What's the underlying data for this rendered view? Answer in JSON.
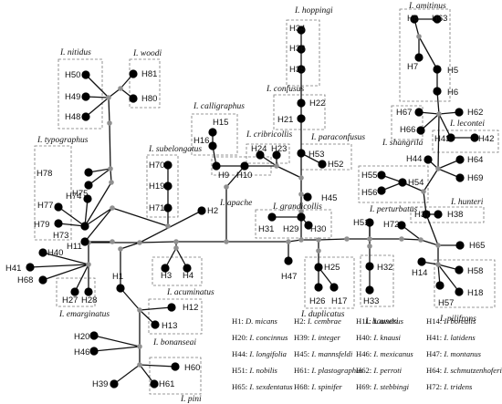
{
  "haplotypes": [
    {
      "id": "H50",
      "lbl": "H50"
    },
    {
      "id": "H49",
      "lbl": "H49"
    },
    {
      "id": "H48",
      "lbl": "H48"
    },
    {
      "id": "H81",
      "lbl": "H81"
    },
    {
      "id": "H80",
      "lbl": "H80"
    },
    {
      "id": "H78",
      "lbl": "H78"
    },
    {
      "id": "H75",
      "lbl": "H75"
    },
    {
      "id": "H74",
      "lbl": "H74"
    },
    {
      "id": "H77",
      "lbl": "H77"
    },
    {
      "id": "H79",
      "lbl": "H79"
    },
    {
      "id": "H73",
      "lbl": "H73"
    },
    {
      "id": "H70",
      "lbl": "H70"
    },
    {
      "id": "H19",
      "lbl": "H19"
    },
    {
      "id": "H71",
      "lbl": "H71"
    },
    {
      "id": "H2",
      "lbl": "H2"
    },
    {
      "id": "H15",
      "lbl": "H15"
    },
    {
      "id": "H16",
      "lbl": "H16"
    },
    {
      "id": "H9",
      "lbl": "H9"
    },
    {
      "id": "H10",
      "lbl": "H10"
    },
    {
      "id": "H24",
      "lbl": "H24"
    },
    {
      "id": "H23",
      "lbl": "H23"
    },
    {
      "id": "H34",
      "lbl": "H34"
    },
    {
      "id": "H36",
      "lbl": "H36"
    },
    {
      "id": "H35",
      "lbl": "H35"
    },
    {
      "id": "H22",
      "lbl": "H22"
    },
    {
      "id": "H21",
      "lbl": "H21"
    },
    {
      "id": "H53",
      "lbl": "H53"
    },
    {
      "id": "H52",
      "lbl": "H52"
    },
    {
      "id": "H45",
      "lbl": "H45"
    },
    {
      "id": "H31",
      "lbl": "H31"
    },
    {
      "id": "H29",
      "lbl": "H29"
    },
    {
      "id": "H30",
      "lbl": "H30"
    },
    {
      "id": "H47",
      "lbl": "H47"
    },
    {
      "id": "H11",
      "lbl": "H11"
    },
    {
      "id": "H40",
      "lbl": "H40"
    },
    {
      "id": "H41",
      "lbl": "H41"
    },
    {
      "id": "H68",
      "lbl": "H68"
    },
    {
      "id": "H27",
      "lbl": "H27"
    },
    {
      "id": "H28",
      "lbl": "H28"
    },
    {
      "id": "H3",
      "lbl": "H3"
    },
    {
      "id": "H4",
      "lbl": "H4"
    },
    {
      "id": "H1",
      "lbl": "H1"
    },
    {
      "id": "H12",
      "lbl": "H12"
    },
    {
      "id": "H13",
      "lbl": "H13"
    },
    {
      "id": "H20",
      "lbl": "H20"
    },
    {
      "id": "H46",
      "lbl": "H46"
    },
    {
      "id": "H60",
      "lbl": "H60"
    },
    {
      "id": "H61",
      "lbl": "H61"
    },
    {
      "id": "H39",
      "lbl": "H39"
    },
    {
      "id": "H25",
      "lbl": "H25"
    },
    {
      "id": "H26",
      "lbl": "H26"
    },
    {
      "id": "H17",
      "lbl": "H17"
    },
    {
      "id": "H32",
      "lbl": "H32"
    },
    {
      "id": "H33",
      "lbl": "H33"
    },
    {
      "id": "H51",
      "lbl": "H51"
    },
    {
      "id": "H8",
      "lbl": "H8"
    },
    {
      "id": "H63",
      "lbl": "H63"
    },
    {
      "id": "H7",
      "lbl": "H7"
    },
    {
      "id": "H5",
      "lbl": "H5"
    },
    {
      "id": "H6",
      "lbl": "H6"
    },
    {
      "id": "H67",
      "lbl": "H67"
    },
    {
      "id": "H62",
      "lbl": "H62"
    },
    {
      "id": "H66",
      "lbl": "H66"
    },
    {
      "id": "H43",
      "lbl": "H43"
    },
    {
      "id": "H42",
      "lbl": "H42"
    },
    {
      "id": "H44",
      "lbl": "H44"
    },
    {
      "id": "H64",
      "lbl": "H64"
    },
    {
      "id": "H69",
      "lbl": "H69"
    },
    {
      "id": "H55",
      "lbl": "H55"
    },
    {
      "id": "H54",
      "lbl": "H54"
    },
    {
      "id": "H56",
      "lbl": "H56"
    },
    {
      "id": "H37",
      "lbl": "H37"
    },
    {
      "id": "H38",
      "lbl": "H38"
    },
    {
      "id": "H72",
      "lbl": "H72"
    },
    {
      "id": "H65",
      "lbl": "H65"
    },
    {
      "id": "H14",
      "lbl": "H14"
    },
    {
      "id": "H58",
      "lbl": "H58"
    },
    {
      "id": "H57",
      "lbl": "H57"
    },
    {
      "id": "H18",
      "lbl": "H18"
    }
  ],
  "edges": [
    [
      "mv_c1",
      "mv_c2"
    ],
    [
      "mv_c2",
      "mv_c3"
    ],
    [
      "mv_c3",
      "mv_c4"
    ],
    [
      "mv_c4",
      "mv_c5"
    ],
    [
      "mv_c5",
      "mv_c6"
    ],
    [
      "mv_c6",
      "mv_c7"
    ],
    [
      "mv_c7",
      "mv_c8"
    ],
    [
      "mv_c8",
      "mv_c9"
    ],
    [
      "mv_c9",
      "mv_c10"
    ],
    [
      "mv_c10",
      "mv_c11"
    ],
    [
      "mv_c11",
      "mv_c12"
    ],
    [
      "mv_c12",
      "mv_c13"
    ],
    [
      "mv_c13",
      "H65"
    ],
    [
      "mv_c1",
      "H11"
    ],
    [
      "H11",
      "mv_l1"
    ],
    [
      "mv_l1",
      "H73"
    ],
    [
      "H73",
      "H74"
    ],
    [
      "H73",
      "H77"
    ],
    [
      "H73",
      "H79"
    ],
    [
      "H73",
      "mv_l2"
    ],
    [
      "mv_l2",
      "mv_l3"
    ],
    [
      "mv_l3",
      "H75"
    ],
    [
      "mv_l3",
      "H78"
    ],
    [
      "mv_l3",
      "mv_l4"
    ],
    [
      "mv_l4",
      "mv_l5"
    ],
    [
      "mv_l5",
      "H50"
    ],
    [
      "mv_l5",
      "H49"
    ],
    [
      "mv_l5",
      "H48"
    ],
    [
      "mv_l5",
      "mv_l6"
    ],
    [
      "mv_l6",
      "H81"
    ],
    [
      "mv_l6",
      "H80"
    ],
    [
      "mv_l1",
      "mv_s1"
    ],
    [
      "mv_s1",
      "H71"
    ],
    [
      "H71",
      "H19"
    ],
    [
      "H19",
      "H70"
    ],
    [
      "mv_c3",
      "H2"
    ],
    [
      "mv_c5",
      "mv_m1"
    ],
    [
      "mv_m1",
      "H10"
    ],
    [
      "H10",
      "H9"
    ],
    [
      "H9",
      "H16"
    ],
    [
      "H16",
      "H15"
    ],
    [
      "H10",
      "mv_m2"
    ],
    [
      "mv_m2",
      "H24"
    ],
    [
      "mv_m2",
      "H23"
    ],
    [
      "mv_m2",
      "mv_m3"
    ],
    [
      "mv_m3",
      "H53"
    ],
    [
      "H53",
      "H52"
    ],
    [
      "H53",
      "H21"
    ],
    [
      "H21",
      "H22"
    ],
    [
      "H22",
      "H35"
    ],
    [
      "H35",
      "H36"
    ],
    [
      "H36",
      "H34"
    ],
    [
      "mv_m3",
      "mv_m4"
    ],
    [
      "mv_m4",
      "H45"
    ],
    [
      "mv_m4",
      "mv_m5"
    ],
    [
      "mv_m5",
      "H29"
    ],
    [
      "H29",
      "H31"
    ],
    [
      "H29",
      "H30"
    ],
    [
      "mv_m5",
      "mv_c7"
    ],
    [
      "mv_c6",
      "H47"
    ],
    [
      "mv_c2",
      "mv_e1"
    ],
    [
      "mv_e1",
      "H40"
    ],
    [
      "mv_e1",
      "H41"
    ],
    [
      "mv_e1",
      "H68"
    ],
    [
      "mv_e1",
      "H27"
    ],
    [
      "mv_e1",
      "H28"
    ],
    [
      "mv_c4",
      "mv_a1"
    ],
    [
      "mv_a1",
      "H3"
    ],
    [
      "mv_a1",
      "H4"
    ],
    [
      "mv_c3",
      "mv_b1"
    ],
    [
      "mv_b1",
      "H1"
    ],
    [
      "H1",
      "mv_b2"
    ],
    [
      "mv_b2",
      "H12"
    ],
    [
      "mv_b2",
      "H13"
    ],
    [
      "mv_b2",
      "mv_b3"
    ],
    [
      "mv_b3",
      "H20"
    ],
    [
      "mv_b3",
      "H46"
    ],
    [
      "mv_b3",
      "mv_b4"
    ],
    [
      "mv_b4",
      "H39"
    ],
    [
      "mv_b4",
      "H61"
    ],
    [
      "mv_b4",
      "H60"
    ],
    [
      "mv_c8",
      "mv_d1"
    ],
    [
      "mv_d1",
      "H25"
    ],
    [
      "H25",
      "H26"
    ],
    [
      "H25",
      "H17"
    ],
    [
      "mv_c10",
      "H51"
    ],
    [
      "H51",
      "mv_h1"
    ],
    [
      "mv_h1",
      "H32"
    ],
    [
      "H32",
      "H33"
    ],
    [
      "mv_c12",
      "H72"
    ],
    [
      "mv_c13",
      "mv_r1"
    ],
    [
      "mv_r1",
      "H14"
    ],
    [
      "mv_r1",
      "H58"
    ],
    [
      "mv_r1",
      "H57"
    ],
    [
      "mv_r1",
      "H18"
    ],
    [
      "mv_c13",
      "H37"
    ],
    [
      "H37",
      "H38"
    ],
    [
      "H37",
      "mv_r2"
    ],
    [
      "mv_r2",
      "H54"
    ],
    [
      "H54",
      "H55"
    ],
    [
      "H54",
      "H56"
    ],
    [
      "mv_r2",
      "mv_r3"
    ],
    [
      "mv_r3",
      "H69"
    ],
    [
      "mv_r3",
      "H44"
    ],
    [
      "mv_r3",
      "H64"
    ],
    [
      "mv_r3",
      "mv_r4"
    ],
    [
      "mv_r4",
      "H43"
    ],
    [
      "H43",
      "H42"
    ],
    [
      "mv_r4",
      "H67"
    ],
    [
      "mv_r4",
      "H66"
    ],
    [
      "mv_r4",
      "H62"
    ],
    [
      "mv_r4",
      "H6"
    ],
    [
      "H6",
      "H5"
    ],
    [
      "H5",
      "mv_r5"
    ],
    [
      "mv_r5",
      "H7"
    ],
    [
      "mv_r5",
      "H8"
    ],
    [
      "H8",
      "H63"
    ]
  ],
  "species_boxes": [
    {
      "id": "nitidus",
      "label": "I. nitidus"
    },
    {
      "id": "woodi",
      "label": "I. woodi"
    },
    {
      "id": "typographus",
      "label": "I. typographus"
    },
    {
      "id": "subelongatus",
      "label": "I. subelongatus"
    },
    {
      "id": "calligraphus",
      "label": "I. calligraphus"
    },
    {
      "id": "apache",
      "label": "I. apache"
    },
    {
      "id": "cribricollis",
      "label": "I. cribricollis"
    },
    {
      "id": "hoppingi",
      "label": "I. hoppingi"
    },
    {
      "id": "confusus",
      "label": "I. confusus"
    },
    {
      "id": "paraconfusus",
      "label": "I. paraconfusus"
    },
    {
      "id": "grandicollis",
      "label": "I. grandicollis"
    },
    {
      "id": "acuminatus",
      "label": "I. acuminatus"
    },
    {
      "id": "emarginatus",
      "label": "I. emarginatus"
    },
    {
      "id": "bonanseai",
      "label": "I. bonanseai"
    },
    {
      "id": "pini",
      "label": "I. pini"
    },
    {
      "id": "duplicatus",
      "label": "I. duplicatus"
    },
    {
      "id": "hauseri",
      "label": "I. hauseri"
    },
    {
      "id": "amitinus",
      "label": "I. amitinus"
    },
    {
      "id": "shangrila",
      "label": "I. shangrila"
    },
    {
      "id": "lecontei",
      "label": "I. lecontei"
    },
    {
      "id": "perturbatus",
      "label": "I. perturbatus"
    },
    {
      "id": "hunteri",
      "label": "I. hunteri"
    },
    {
      "id": "pilifrons",
      "label": "I. pilifrons"
    }
  ],
  "legend": [
    [
      "H1: ",
      "D. micans"
    ],
    [
      "H2: ",
      "I. cembrae"
    ],
    [
      "H11: ",
      "I. avulsus"
    ],
    [
      "H14: ",
      "I. borealis"
    ],
    [
      "H20: ",
      "I. concinnus"
    ],
    [
      "H39: ",
      "I. integer"
    ],
    [
      "H40: ",
      "I. knausi"
    ],
    [
      "H41: ",
      "I. latidens"
    ],
    [
      "H44: ",
      "I. longifolia"
    ],
    [
      "H45: ",
      "I. mannsfeldi"
    ],
    [
      "H46: ",
      "I. mexicanus"
    ],
    [
      "H47: ",
      "I. montanus"
    ],
    [
      "H51: ",
      "I. nobilis"
    ],
    [
      "H61: ",
      "I. plastographus"
    ],
    [
      "H62: ",
      "I. perroti"
    ],
    [
      "H64: ",
      "I. schmutzenhoferi"
    ],
    [
      "H65: ",
      "I. sexdentatus"
    ],
    [
      "H68: ",
      "I. spinifer"
    ],
    [
      "H69: ",
      "I. stebbingi"
    ],
    [
      "H72: ",
      "I. tridens"
    ]
  ]
}
